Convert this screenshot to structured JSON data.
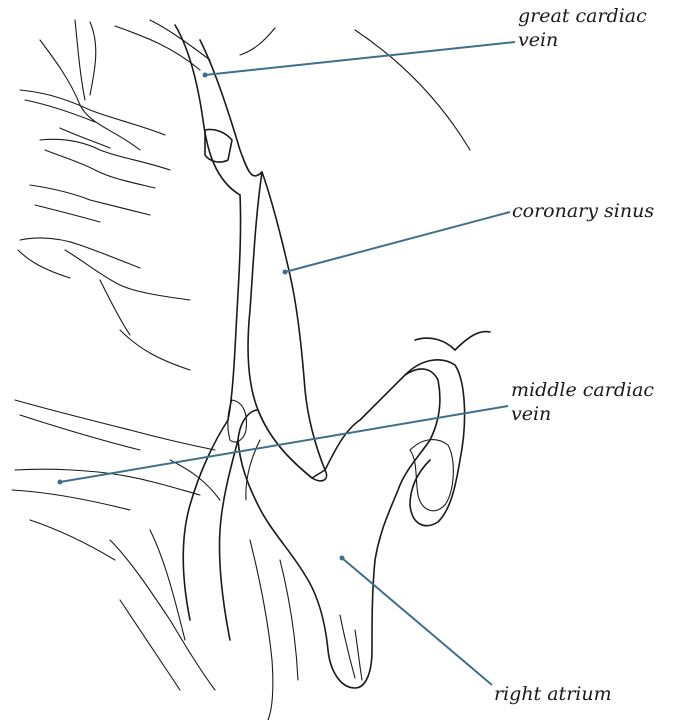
{
  "labels": {
    "great_cardiac_vein": {
      "line1": "great cardiac",
      "line2": "vein"
    },
    "coronary_sinus": {
      "line1": "coronary sinus"
    },
    "middle_cardiac_vein": {
      "line1": "middle cardiac",
      "line2": "vein"
    },
    "right_atrium": {
      "line1": "right atrium"
    }
  },
  "colors": {
    "leader_line": "#3f6f8c",
    "ink": "#1a1a1a",
    "stipple": "#333333",
    "background": "#ffffff"
  }
}
